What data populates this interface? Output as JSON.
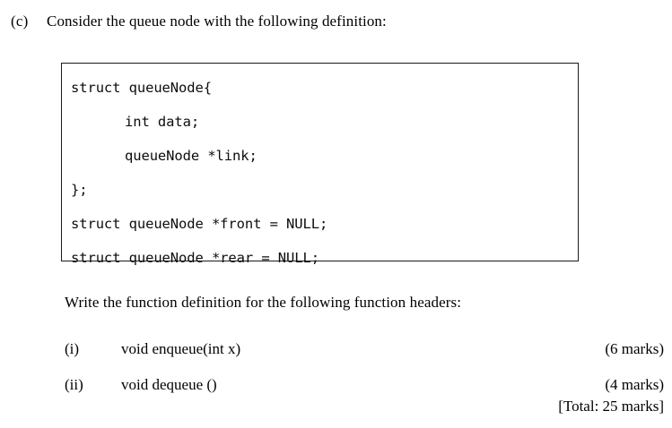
{
  "question": {
    "part_label": "(c)",
    "part_text": "Consider the queue node with the following definition:",
    "instruction": "Write the function definition for the following function headers:",
    "total_marks": "[Total: 25 marks]"
  },
  "code_block": {
    "lines": [
      {
        "text": "struct queueNode{",
        "indented": false
      },
      {
        "text": "int data;",
        "indented": true
      },
      {
        "text": "queueNode *link;",
        "indented": true
      },
      {
        "text": "};",
        "indented": false
      },
      {
        "text": "struct queueNode *front = NULL;",
        "indented": false
      },
      {
        "text": "struct queueNode *rear = NULL;",
        "indented": false
      }
    ]
  },
  "subitems": [
    {
      "num": "(i)",
      "text": "void enqueue(int x)",
      "marks": "(6 marks)"
    },
    {
      "num": "(ii)",
      "text": "void dequeue ()",
      "marks": "(4 marks)"
    }
  ],
  "colors": {
    "page_background": "#ffffff",
    "text": "#000000",
    "code_text": "#0d0d0d",
    "box_border": "#1a1a1a"
  }
}
